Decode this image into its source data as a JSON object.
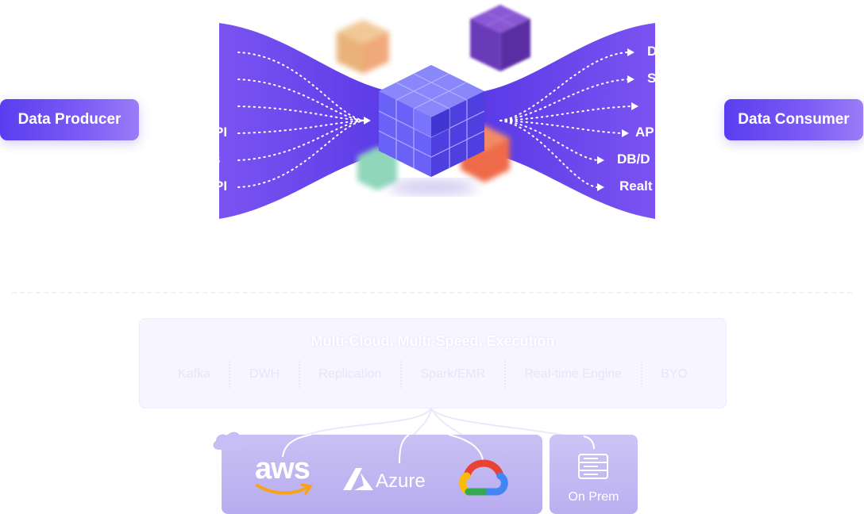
{
  "producer": {
    "label": "Data Producer"
  },
  "consumer": {
    "label": "Data Consumer"
  },
  "left_inputs": [
    "PI",
    "s",
    "PI"
  ],
  "right_outputs": [
    "D",
    "S",
    "",
    "AP",
    "DB/D",
    "Realt"
  ],
  "execution": {
    "title": "Multi-Cloud, Multi-Speed, Execution",
    "engines": [
      "Kafka",
      "DWH",
      "Replication",
      "Spark/EMR",
      "Real-time Engine",
      "BYO"
    ]
  },
  "infra": {
    "clouds": [
      "aws",
      "Azure"
    ],
    "on_prem_label": "On Prem"
  },
  "colors": {
    "funnel": "#6a45ee",
    "cube_main": "#5b4ff0",
    "cube_orange": "#e8b27a",
    "cube_purple": "#7a47c9",
    "cube_red": "#ef6b4a",
    "cube_green": "#7ad0b0",
    "aws_smile": "#f7a21b"
  }
}
